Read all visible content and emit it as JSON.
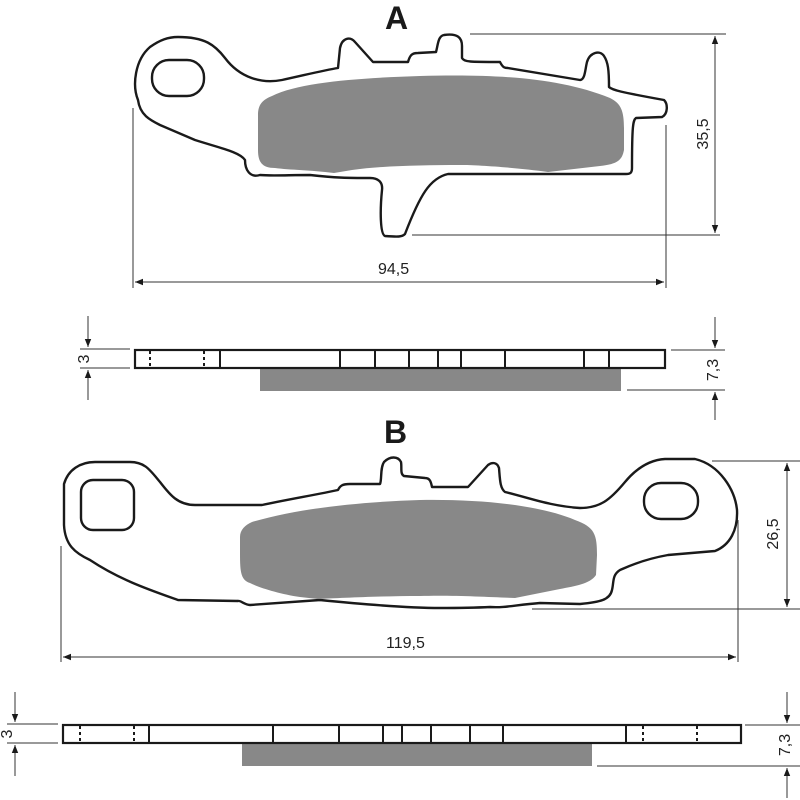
{
  "drawing": {
    "type": "brake pad technical drawing",
    "colors": {
      "outline": "#1a1a1a",
      "friction_material": "#888888",
      "dimension_line": "#333333",
      "background": "#ffffff"
    }
  },
  "pads": [
    {
      "label": "A",
      "dimensions": {
        "width": "94,5",
        "height": "35,5",
        "backplate_thickness": "3",
        "total_thickness": "7,3"
      }
    },
    {
      "label": "B",
      "dimensions": {
        "width": "119,5",
        "height": "26,5",
        "backplate_thickness": "3",
        "total_thickness": "7,3"
      }
    }
  ]
}
